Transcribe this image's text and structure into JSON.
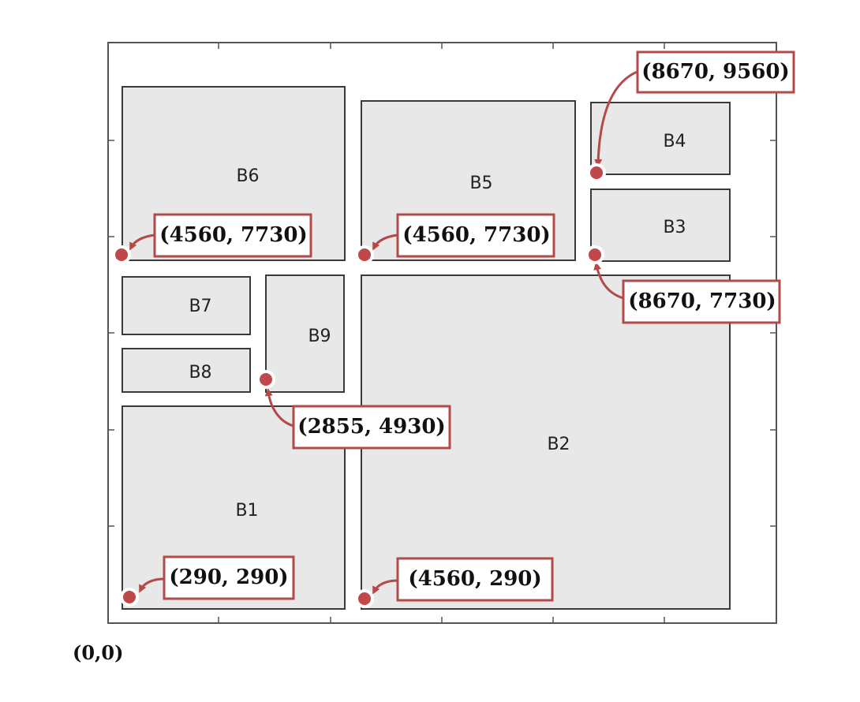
{
  "diagram": {
    "origin_label": "(0,0)",
    "blocks": [
      {
        "id": "B1",
        "label": "B1"
      },
      {
        "id": "B2",
        "label": "B2"
      },
      {
        "id": "B3",
        "label": "B3"
      },
      {
        "id": "B4",
        "label": "B4"
      },
      {
        "id": "B5",
        "label": "B5"
      },
      {
        "id": "B6",
        "label": "B6"
      },
      {
        "id": "B7",
        "label": "B7"
      },
      {
        "id": "B8",
        "label": "B8"
      },
      {
        "id": "B9",
        "label": "B9"
      }
    ],
    "callouts": [
      {
        "id": "b4-corner",
        "text": "(8670, 9560)"
      },
      {
        "id": "b6-corner",
        "text": "(4560, 7730)"
      },
      {
        "id": "b5-corner",
        "text": "(4560, 7730)"
      },
      {
        "id": "b3-corner",
        "text": "(8670, 7730)"
      },
      {
        "id": "b9-corner",
        "text": "(2855, 4930)"
      },
      {
        "id": "b1-corner",
        "text": "(290, 290)"
      },
      {
        "id": "b2-corner",
        "text": "(4560, 290)"
      }
    ],
    "colors": {
      "block_fill": "#e8e8e8",
      "callout_border": "#b24a4a",
      "marker": "#c0474a"
    }
  }
}
